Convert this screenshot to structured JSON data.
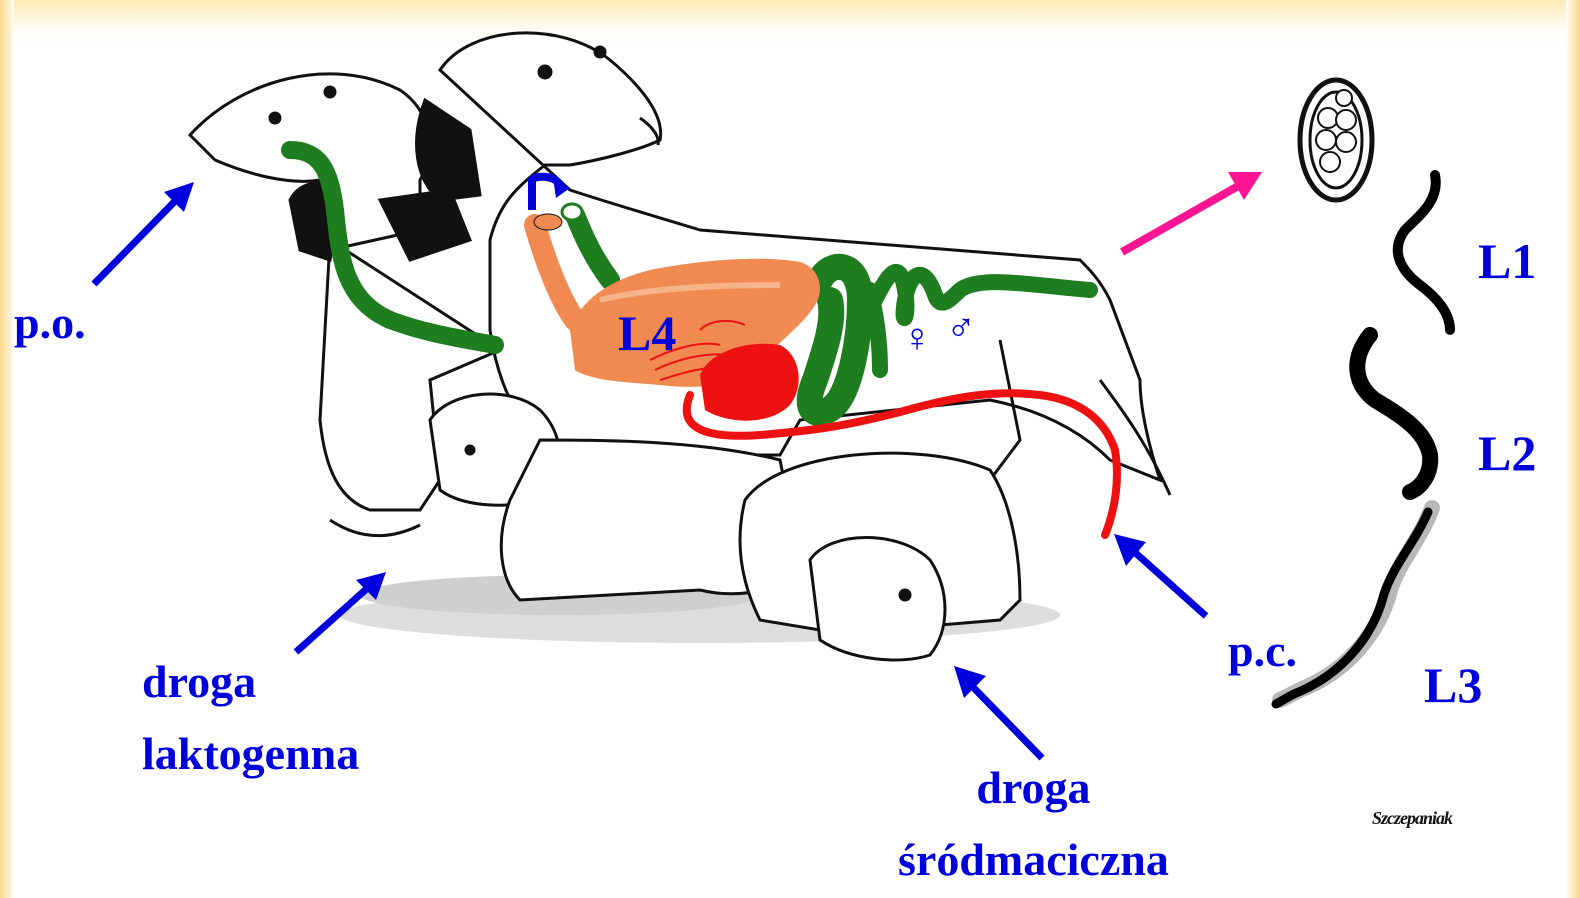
{
  "labels": {
    "route_oral": "p.o.",
    "route_lactogenic": [
      "droga",
      "laktogenna"
    ],
    "route_transplacental": [
      "droga",
      "śródmaciczna"
    ],
    "route_percutaneous": "p.c.",
    "stage_l1": "L1",
    "stage_l2": "L2",
    "stage_l3": "L3",
    "stage_l4": "L4",
    "female_symbol": "♀",
    "male_symbol": "♂",
    "signature": "Szczepaniak"
  },
  "colors": {
    "label_blue": "#0000dd",
    "gut_green": "#1e7d1e",
    "organ_orange": "#f08a50",
    "heart_red": "#ee1111",
    "egg_arrow_pink": "#ff1493",
    "larva_black": "#000000",
    "larva_shadow": "#b8b8b8"
  }
}
